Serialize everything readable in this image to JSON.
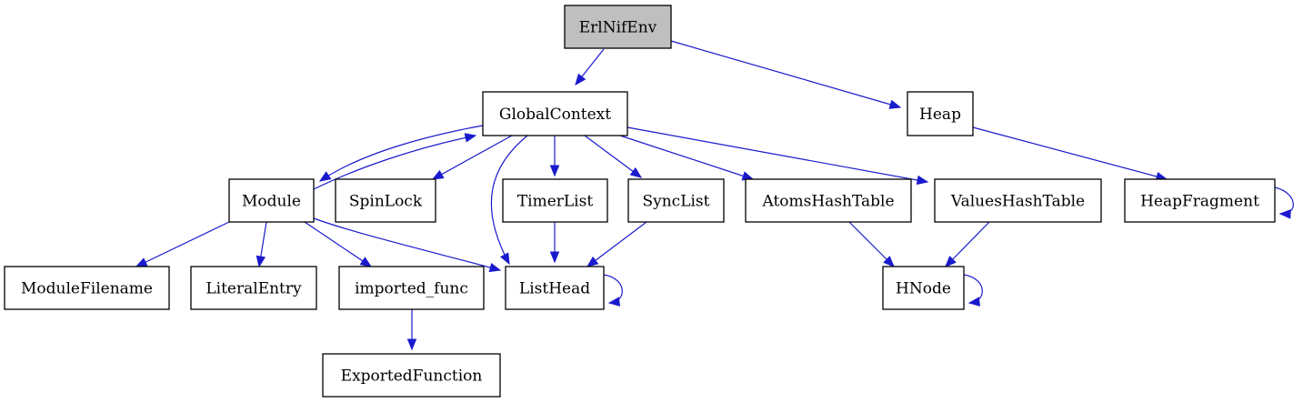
{
  "graph": {
    "nodes": [
      {
        "id": "erlnifenv",
        "label": "ErlNifEnv",
        "highlight": true
      },
      {
        "id": "globalcontext",
        "label": "GlobalContext"
      },
      {
        "id": "heap",
        "label": "Heap"
      },
      {
        "id": "module",
        "label": "Module"
      },
      {
        "id": "spinlock",
        "label": "SpinLock"
      },
      {
        "id": "timerlist",
        "label": "TimerList"
      },
      {
        "id": "synclist",
        "label": "SyncList"
      },
      {
        "id": "atomshashtable",
        "label": "AtomsHashTable"
      },
      {
        "id": "valueshashtable",
        "label": "ValuesHashTable"
      },
      {
        "id": "heapfragment",
        "label": "HeapFragment"
      },
      {
        "id": "modulefilename",
        "label": "ModuleFilename"
      },
      {
        "id": "literalentry",
        "label": "LiteralEntry"
      },
      {
        "id": "imported_func",
        "label": "imported_func"
      },
      {
        "id": "listhead",
        "label": "ListHead"
      },
      {
        "id": "hnode",
        "label": "HNode"
      },
      {
        "id": "exportedfunction",
        "label": "ExportedFunction"
      }
    ],
    "edges": [
      {
        "from": "erlnifenv",
        "to": "globalcontext"
      },
      {
        "from": "erlnifenv",
        "to": "heap"
      },
      {
        "from": "globalcontext",
        "to": "module"
      },
      {
        "from": "module",
        "to": "globalcontext"
      },
      {
        "from": "globalcontext",
        "to": "spinlock"
      },
      {
        "from": "globalcontext",
        "to": "listhead"
      },
      {
        "from": "globalcontext",
        "to": "timerlist"
      },
      {
        "from": "globalcontext",
        "to": "synclist"
      },
      {
        "from": "globalcontext",
        "to": "atomshashtable"
      },
      {
        "from": "globalcontext",
        "to": "valueshashtable"
      },
      {
        "from": "heap",
        "to": "heapfragment"
      },
      {
        "from": "heapfragment",
        "to": "heapfragment"
      },
      {
        "from": "module",
        "to": "modulefilename"
      },
      {
        "from": "module",
        "to": "literalentry"
      },
      {
        "from": "module",
        "to": "imported_func"
      },
      {
        "from": "module",
        "to": "listhead"
      },
      {
        "from": "timerlist",
        "to": "listhead"
      },
      {
        "from": "synclist",
        "to": "listhead"
      },
      {
        "from": "listhead",
        "to": "listhead"
      },
      {
        "from": "atomshashtable",
        "to": "hnode"
      },
      {
        "from": "valueshashtable",
        "to": "hnode"
      },
      {
        "from": "hnode",
        "to": "hnode"
      },
      {
        "from": "imported_func",
        "to": "exportedfunction"
      }
    ]
  }
}
